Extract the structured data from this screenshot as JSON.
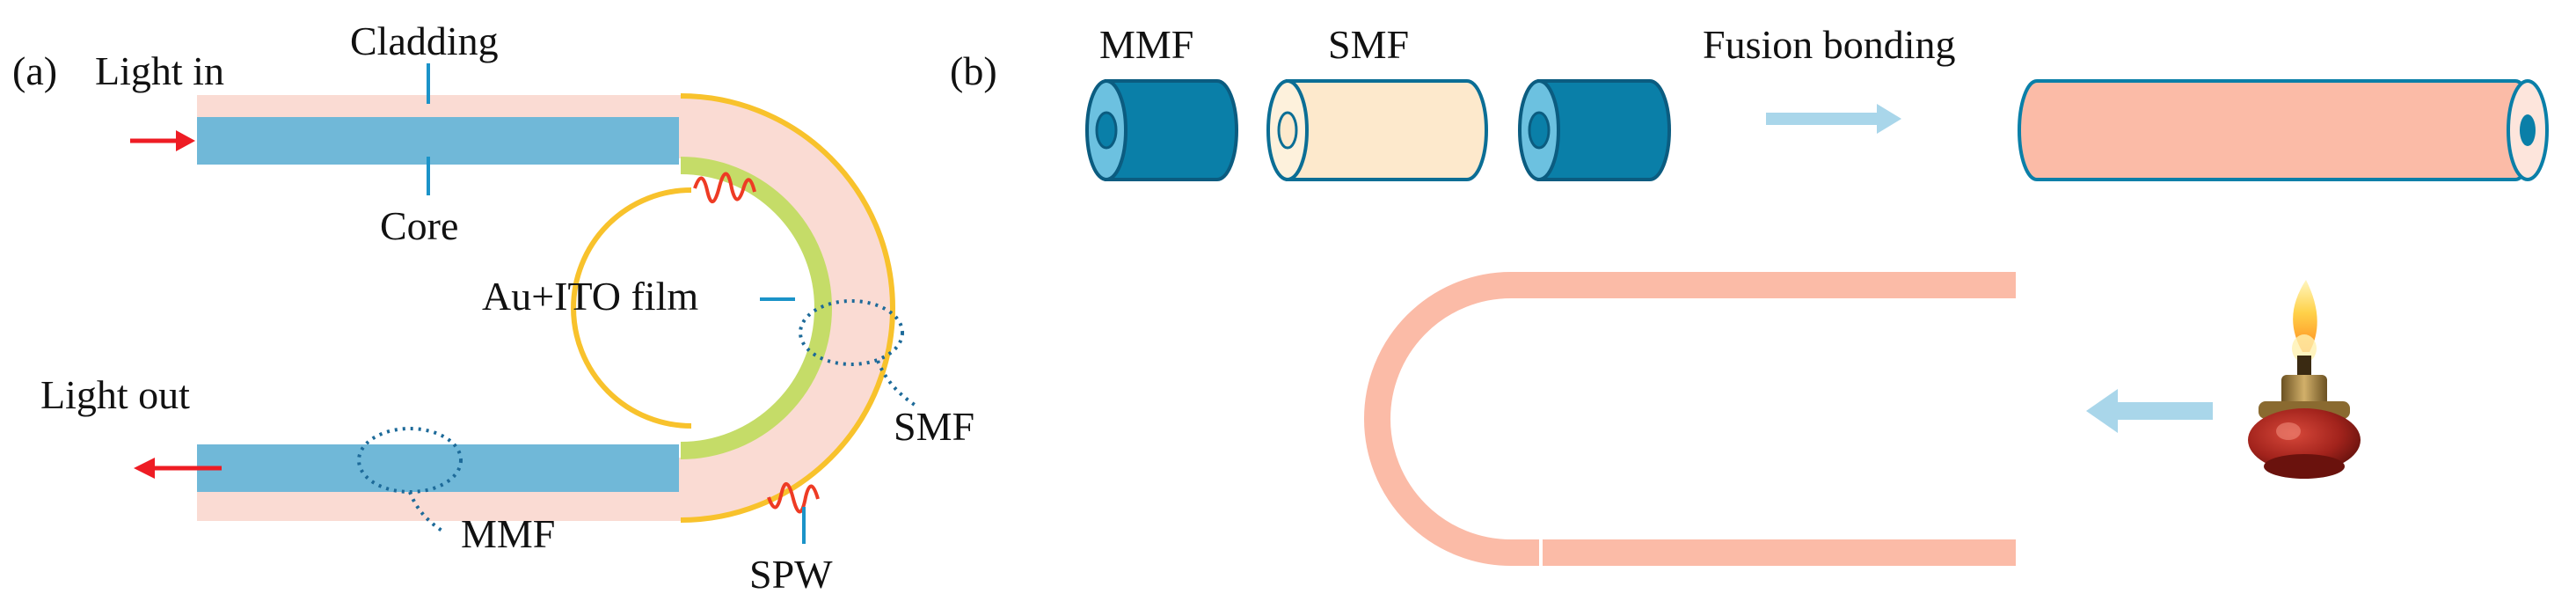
{
  "panel_a": {
    "tag": "(a)",
    "light_in": "Light in",
    "light_out": "Light out",
    "cladding": "Cladding",
    "core": "Core",
    "film": "Au+ITO film",
    "smf": "SMF",
    "mmf": "MMF",
    "spw": "SPW"
  },
  "panel_b": {
    "tag": "(b)",
    "mmf": "MMF",
    "smf": "SMF",
    "fusion": "Fusion bonding",
    "flame_icon": "alcohol-lamp-icon"
  },
  "colors": {
    "cladding": "#fadbd3",
    "core": "#70b8d8",
    "gold": "#f8c22c",
    "green": "#c5dc68",
    "arrow_red": "#ee1c24",
    "mmf_blue": "#0a7fa8",
    "mmf_light": "#6cc1e0",
    "smf_cream": "#fde9cc",
    "fused_pink": "#fbbba7",
    "bent_pink": "#fbbba7",
    "flow_arrow": "#a9d6ea",
    "leader": "#1b93c8"
  }
}
